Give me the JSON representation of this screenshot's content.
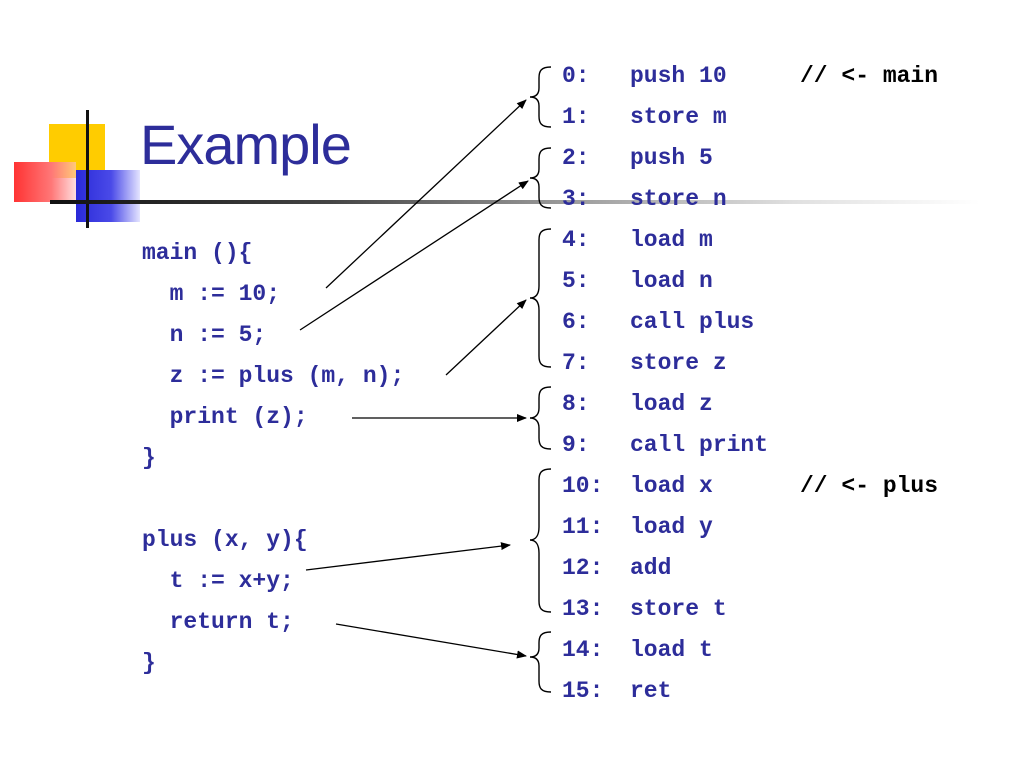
{
  "slide": {
    "title": "Example",
    "source_code": [
      "main (){",
      "  m := 10;",
      "  n := 5;",
      "  z := plus (m, n);",
      "  print (z);",
      "}",
      "",
      "plus (x, y){",
      "  t := x+y;",
      "  return t;",
      "}"
    ],
    "instructions": [
      {
        "num": "0:",
        "op": "push 10",
        "comment": "// <- main"
      },
      {
        "num": "1:",
        "op": "store m",
        "comment": ""
      },
      {
        "num": "2:",
        "op": "push 5",
        "comment": ""
      },
      {
        "num": "3:",
        "op": "store n",
        "comment": ""
      },
      {
        "num": "4:",
        "op": "load m",
        "comment": ""
      },
      {
        "num": "5:",
        "op": "load n",
        "comment": ""
      },
      {
        "num": "6:",
        "op": "call plus",
        "comment": ""
      },
      {
        "num": "7:",
        "op": "store z",
        "comment": ""
      },
      {
        "num": "8:",
        "op": "load z",
        "comment": ""
      },
      {
        "num": "9:",
        "op": "call print",
        "comment": ""
      },
      {
        "num": "10:",
        "op": "load x",
        "comment": "// <- plus"
      },
      {
        "num": "11:",
        "op": "load y",
        "comment": ""
      },
      {
        "num": "12:",
        "op": "add",
        "comment": ""
      },
      {
        "num": "13:",
        "op": "store t",
        "comment": ""
      },
      {
        "num": "14:",
        "op": "load t",
        "comment": ""
      },
      {
        "num": "15:",
        "op": "ret",
        "comment": ""
      }
    ],
    "colors": {
      "code": "#2d2d9a",
      "comment": "#000000",
      "accent_yellow": "#ffcc00",
      "accent_red": "#ff3333",
      "accent_blue": "#2a2ad8"
    }
  }
}
